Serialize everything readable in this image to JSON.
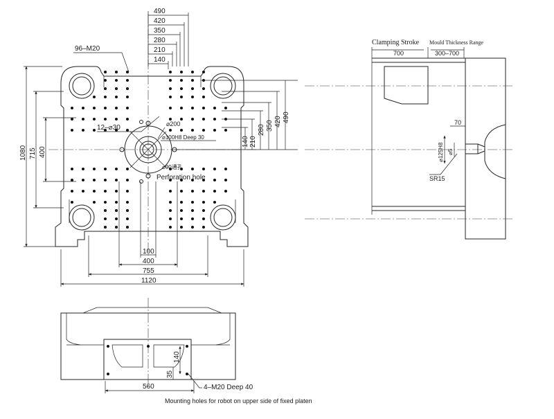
{
  "platen_front": {
    "top_dims": [
      "490",
      "420",
      "350",
      "280",
      "210",
      "140"
    ],
    "right_dims": [
      "140",
      "210",
      "280",
      "350",
      "420",
      "490"
    ],
    "left_dims": [
      "1080",
      "715",
      "400"
    ],
    "bottom_dims": [
      "100",
      "400",
      "755",
      "1120"
    ],
    "thread_note": "96–M20",
    "bolt_circle_note": "12–⌀30",
    "center_bore": "⌀200",
    "locating_bore": "⌀100H8 Deep 30",
    "through_hole": "⌀90通孔",
    "perforation_label": "Perforation hole"
  },
  "side_view": {
    "clamping_stroke_label": "Clamping Stroke",
    "mould_thickness_label": "Mould Thickness Range",
    "stroke_value": "700",
    "thickness_value": "300–700",
    "nozzle_dim": "70",
    "bore_dim": "⌀125H8",
    "nozzle_hole": "⌀5",
    "sphere_radius": "SR15"
  },
  "robot_view": {
    "dim_vertical_a": "140",
    "dim_vertical_b": "35",
    "dim_horizontal": "560",
    "thread_note": "4–M20 Deep 40",
    "caption": "Mounting holes for robot on upper side of fixed platen"
  }
}
